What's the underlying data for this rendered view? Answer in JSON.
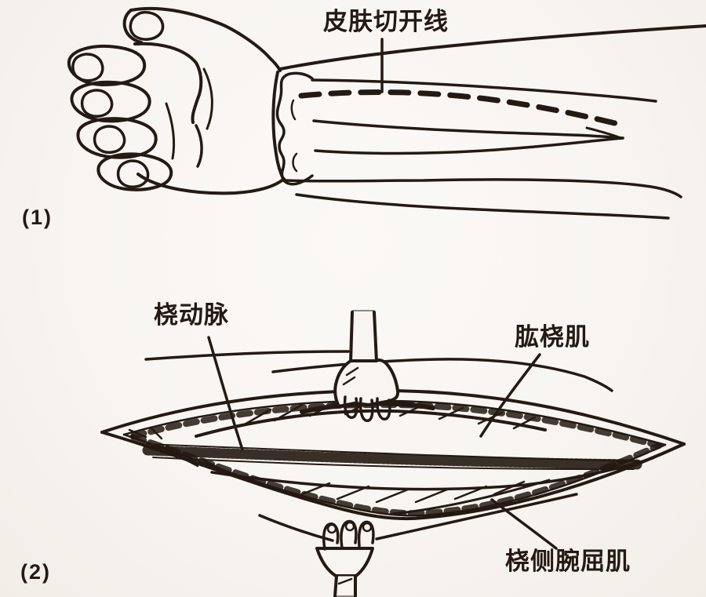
{
  "page": {
    "paper_color": "#f8f5f1",
    "ink_color": "#241a13",
    "description_labels_language": "zh"
  },
  "figure1": {
    "number": "(1)",
    "incision_label": "皮肤切开线"
  },
  "figure2": {
    "number": "(2)",
    "labels": {
      "radial_artery": "桡动脉",
      "brachioradialis": "肱桡肌",
      "flexor_carpi_radialis": "桡侧腕屈肌"
    }
  }
}
